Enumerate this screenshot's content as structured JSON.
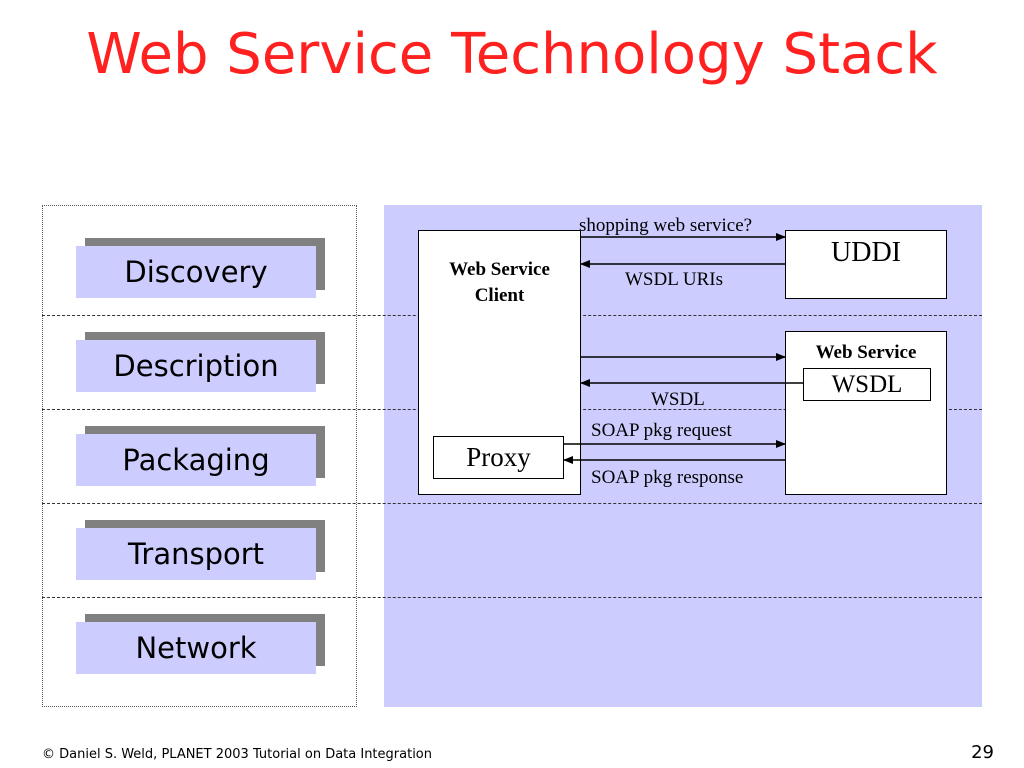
{
  "slide": {
    "title": "Web Service Technology Stack",
    "footer": "© Daniel S. Weld,  PLANET 2003 Tutorial on Data Integration",
    "page_number": "29"
  },
  "stack": {
    "layers": [
      "Discovery",
      "Description",
      "Packaging",
      "Transport",
      "Network"
    ]
  },
  "diagram": {
    "client": {
      "title_line1": "Web Service",
      "title_line2": "Client"
    },
    "proxy": "Proxy",
    "uddi": "UDDI",
    "service": {
      "title": "Web Service",
      "wsdl": "WSDL"
    },
    "messages": {
      "query": "shopping web service?",
      "wsdl_uris": "WSDL URIs",
      "wsdl": "WSDL",
      "soap_request": "SOAP pkg request",
      "soap_response": "SOAP pkg response"
    }
  },
  "colors": {
    "title": "#ff2020",
    "layer_fill": "#ccccff",
    "layer_shadow": "#808080",
    "diagram_background": "#ccccff"
  }
}
